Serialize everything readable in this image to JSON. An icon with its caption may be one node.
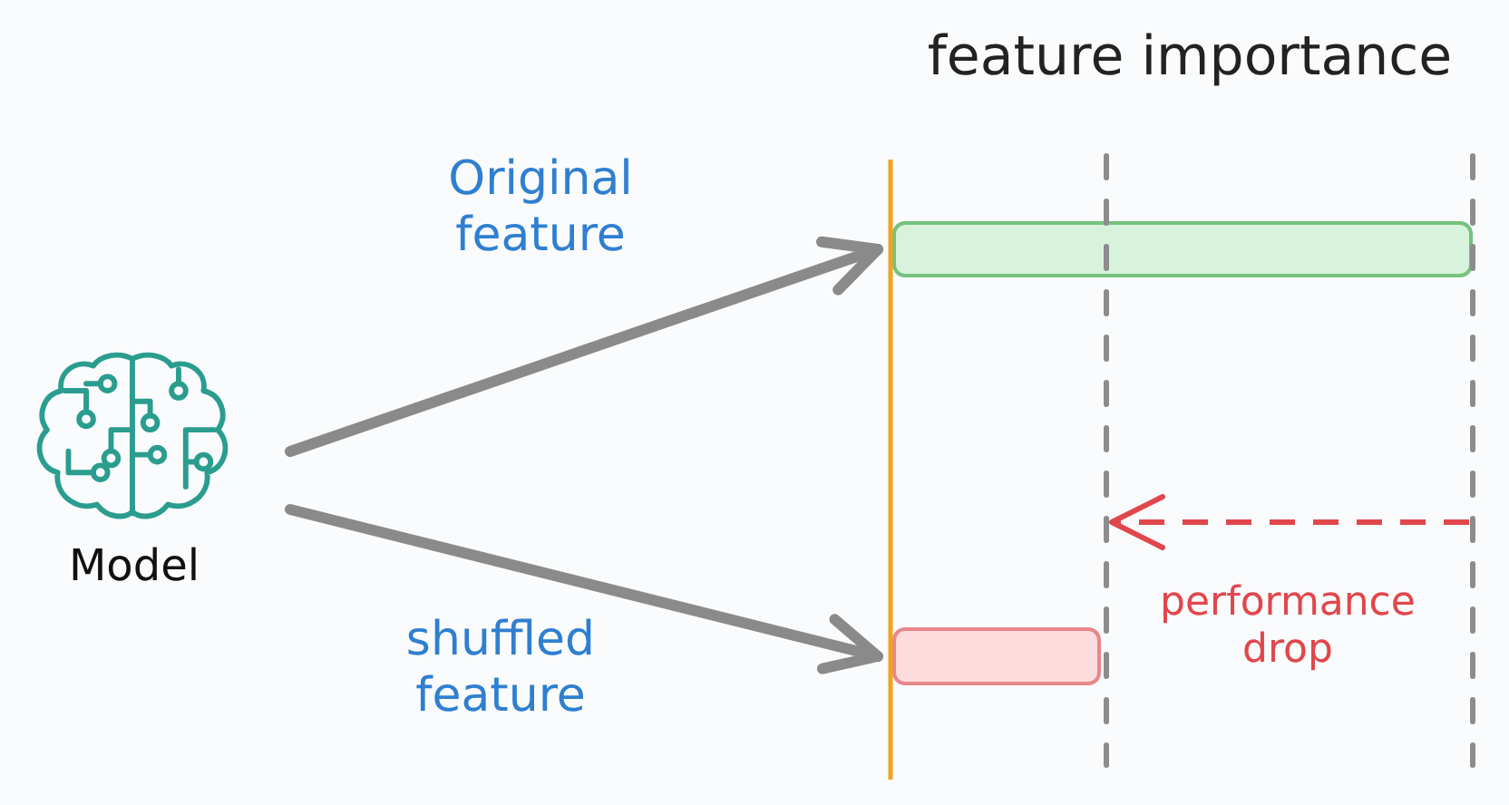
{
  "diagram": {
    "title": "feature importance",
    "nodes": [
      {
        "text": [],
        "shape": "picture",
        "beside": [
          "Model"
        ]
      },
      {
        "text": [],
        "shape": "bar"
      },
      {
        "text": [],
        "shape": "bar"
      }
    ],
    "edges": [
      {
        "from": 0,
        "to": 1,
        "arrow": "to",
        "label": "Original feature"
      },
      {
        "from": 0,
        "to": 2,
        "arrow": "to",
        "label": "shuffled feature"
      }
    ],
    "labels": [
      "performance drop"
    ]
  }
}
